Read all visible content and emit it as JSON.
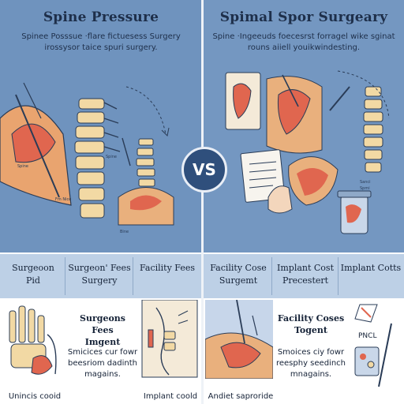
{
  "left": {
    "title": "Spine Pressure",
    "subtitle_line1": "Spinee Posssue ·flare fictuesess Surgery",
    "subtitle_line2": "irossysor taice spuri surgery."
  },
  "right": {
    "title": "Spimal Spor Surgeary",
    "subtitle_line1": "Spine ·Ingeeuds foecesrst forragel wike sginat",
    "subtitle_line2": "rouns aiiell youikwindesting."
  },
  "vs_label": "VS",
  "label_bar_left": [
    {
      "line1": "Surgeoon",
      "line2": "Pid"
    },
    {
      "line1": "Surgeon' Fees",
      "line2": "Surgery"
    },
    {
      "line1": "Facility Fees",
      "line2": ""
    }
  ],
  "label_bar_right": [
    {
      "line1": "Facility Cose",
      "line2": "Surgemt"
    },
    {
      "line1": "Implant Cost",
      "line2": "Precestert"
    },
    {
      "line1": "Implant Cotts",
      "line2": ""
    }
  ],
  "bottom_left": {
    "caption1": "Unincis cooid",
    "head_line1": "Surgeons Fees",
    "head_line2": "Imgent",
    "text_line1": "Smicices cur fowr",
    "text_line2": "beesriom dadinth",
    "text_line3": "magains.",
    "caption2": "Implant coold"
  },
  "bottom_right": {
    "caption1": "Andiet saproride",
    "head_line1": "Facility Coses",
    "head_line2": "Togent",
    "text_line1": "Smoices ciy fowr",
    "text_line2": "reesphy seedinch",
    "text_line3": "mnagains.",
    "pncl_label": "PNCL"
  },
  "tiny_labels": {
    "l1": "Spine",
    "l2": "Spine",
    "l3": "Bine",
    "l4": "Fm Nice",
    "l5": "Sanci",
    "l6": "Spmi"
  },
  "colors": {
    "panel_left": "#6f93be",
    "panel_right": "#7497c1",
    "label_bar": "#bdd0e6",
    "title_text": "#1e2f4a",
    "vs_circle": "#2f4f7c",
    "bone": "#f2d9a4",
    "tissue": "#e0664f"
  }
}
